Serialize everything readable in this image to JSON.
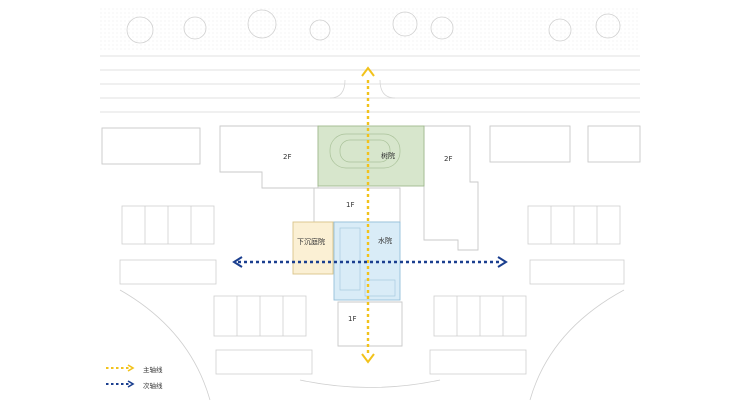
{
  "labels": {
    "tree_courtyard": "树院",
    "sunken_courtyard": "下沉庭院",
    "water_courtyard": "水院",
    "floor_2f_left": "2F",
    "floor_2f_right": "2F",
    "floor_1f_top": "1F",
    "floor_1f_bottom": "1F"
  },
  "legend": {
    "main_axis": "主轴线",
    "secondary_axis": "次轴线"
  },
  "colors": {
    "main_axis": "#f2c21b",
    "secondary_axis": "#1b3f8f",
    "tree_courtyard_fill": "#d7e6cc",
    "sunken_courtyard_fill": "#fbf0d4",
    "water_courtyard_fill": "#d9ecf7",
    "building_line": "#c9c9c9"
  }
}
